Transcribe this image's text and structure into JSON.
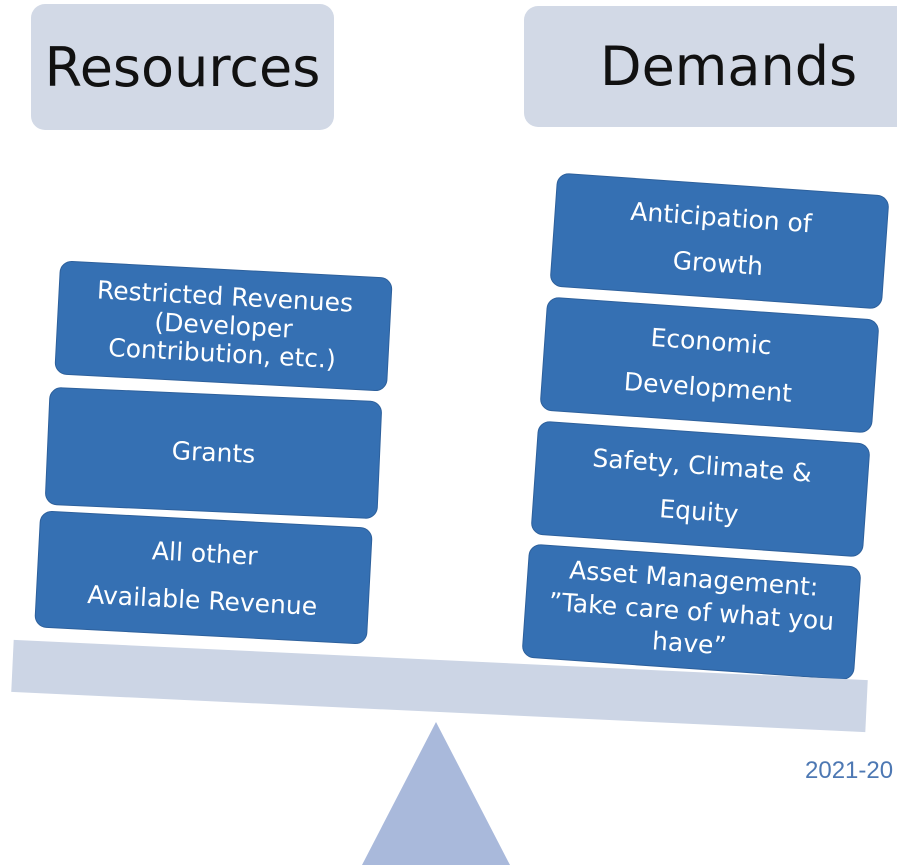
{
  "headers": {
    "left": "Resources",
    "right": "Demands"
  },
  "resources": {
    "restricted": [
      "Restricted Revenues",
      "(Developer",
      "Contribution, etc.)"
    ],
    "grants": [
      "Grants"
    ],
    "other": [
      "All other",
      "Available Revenue"
    ]
  },
  "demands": {
    "growth": [
      "Anticipation of",
      "Growth"
    ],
    "economic": [
      "Economic",
      "Development"
    ],
    "safety": [
      "Safety, Climate &",
      "Equity"
    ],
    "asset": [
      "Asset Management:",
      "”Take care of what you",
      "have”"
    ]
  },
  "footer": "2021-20",
  "colors": {
    "header_fill": "#d2d9e6",
    "block_fill": "#3570b3",
    "beam_fill": "#ccd5e5",
    "fulcrum_fill": "#a9b9db",
    "footer_text": "#4d78b3"
  }
}
